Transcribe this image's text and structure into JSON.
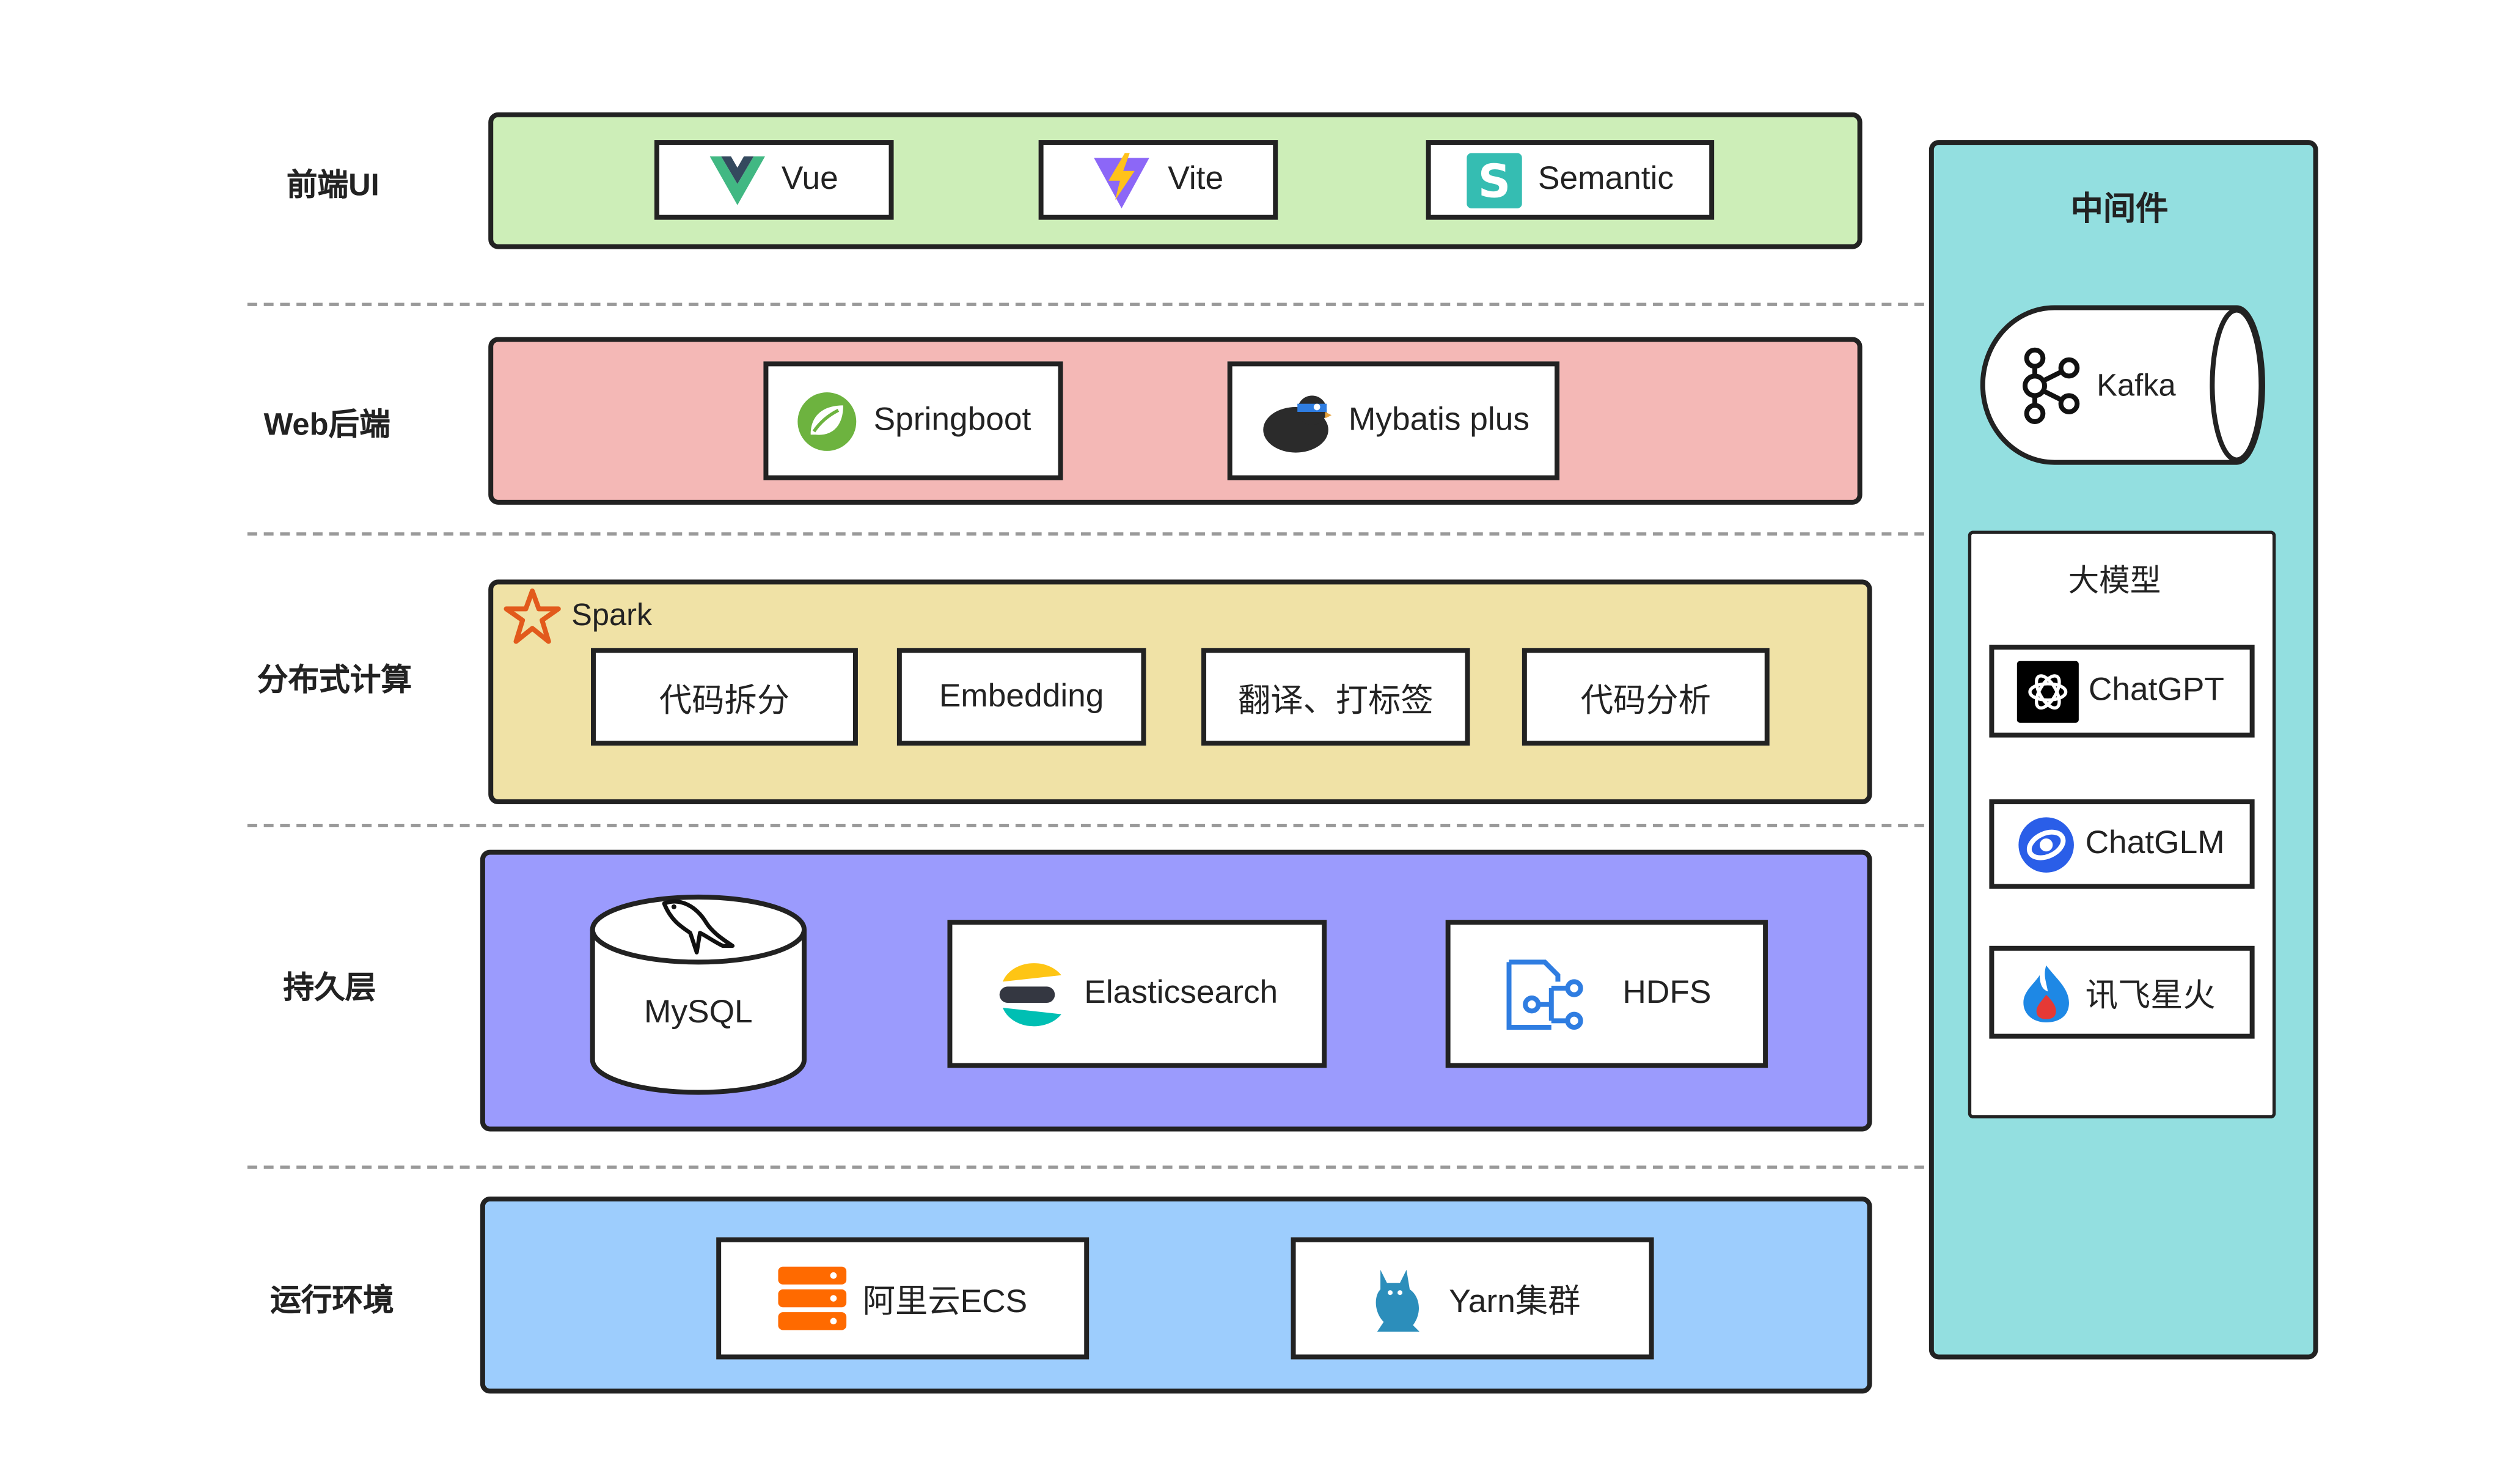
{
  "layers": {
    "frontend": {
      "label": "前端UI",
      "items": [
        "Vue",
        "Vite",
        "Semantic"
      ],
      "color": "#cdeeb8"
    },
    "backend": {
      "label": "Web后端",
      "items": [
        "Springboot",
        "Mybatis plus"
      ],
      "color": "#f4b8b6"
    },
    "compute": {
      "label": "分布式计算",
      "title": "Spark",
      "items": [
        "代码拆分",
        "Embedding",
        "翻译、打标签",
        "代码分析"
      ],
      "color": "#f0e2a6"
    },
    "persistence": {
      "label": "持久层",
      "items": [
        "MySQL",
        "Elasticsearch",
        "HDFS"
      ],
      "color": "#9b9bfd"
    },
    "runtime": {
      "label": "运行环境",
      "items": [
        "阿里云ECS",
        "Yarn集群"
      ],
      "color": "#9dcdfd"
    }
  },
  "middleware": {
    "title": "中间件",
    "queue": "Kafka",
    "llm": {
      "title": "大模型",
      "items": [
        "ChatGPT",
        "ChatGLM",
        "讯飞星火"
      ]
    },
    "color": "#93dfe0"
  },
  "icons": {
    "vue": "vue-logo-icon",
    "vite": "vite-logo-icon",
    "semantic": "semantic-ui-logo-icon",
    "springboot": "spring-leaf-icon",
    "mybatis": "mybatis-bird-icon",
    "spark": "spark-star-icon",
    "mysql": "mysql-dolphin-icon",
    "elasticsearch": "elasticsearch-logo-icon",
    "hdfs": "hdfs-flow-icon",
    "ecs": "server-stack-icon",
    "yarn": "yarn-cat-icon",
    "kafka": "kafka-logo-icon",
    "chatgpt": "openai-logo-icon",
    "chatglm": "chatglm-logo-icon",
    "xunfei": "xunfei-flame-icon"
  }
}
